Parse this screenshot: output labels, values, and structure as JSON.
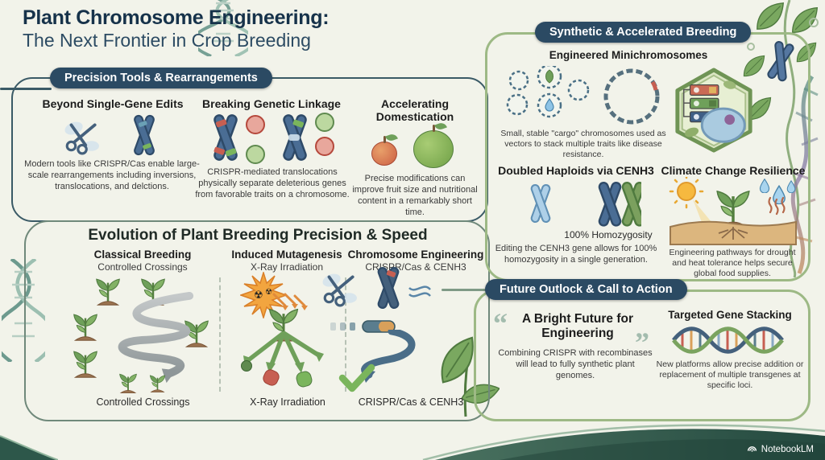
{
  "title": {
    "line1": "Plant Chromosome Engineering:",
    "line2": "The Next Frontier in Crop Breeding"
  },
  "precision": {
    "header": "Precision Tools & Rearrangements",
    "cards": [
      {
        "heading": "Beyond Single-Gene Edits",
        "body": "Modern tools like CRISPR/Cas enable large-scale rearrangements including inversions, translocations, and delctions."
      },
      {
        "heading": "Breaking Genetic Linkage",
        "body": "CRISPR-mediated translocations physically separate deleterious genes from favorable traits on a chromosome."
      },
      {
        "heading": "Accelerating Domestication",
        "body": "Precise modifications can improve fruit size and nutritional content in a remarkably short time."
      }
    ]
  },
  "evolution": {
    "title": "Evolution of Plant Breeding Precision & Speed",
    "columns": [
      {
        "heading": "Classical Breeding",
        "subheading": "Controlled Crossings",
        "caption": "Controlled Crossings"
      },
      {
        "heading": "Induced Mutagenesis",
        "subheading": "X-Ray Irradiation",
        "caption": "X-Ray Irradiation"
      },
      {
        "heading": "Chromosome Engineering",
        "subheading": "CRISPR/Cas & CENH3",
        "caption": "CRISPR/Cas & CENH3"
      }
    ]
  },
  "synthetic": {
    "header": "Synthetic & Accelerated Breeding",
    "minichromosomes": {
      "heading": "Engineered Minichromosomes",
      "body": "Small, stable \"cargo\" chromosomes used as vectors to stack multiple traits like disease resistance."
    },
    "haploids": {
      "heading": "Doubled Haploids via CENH3",
      "label": "100% Homozygosity",
      "body": "Editing the CENH3 gene allows for 100% homozygosity in a single generation."
    },
    "climate": {
      "heading": "Climate Change Resilience",
      "body": "Engineering pathways for drought and heat tolerance helps secure global food supplies."
    }
  },
  "future": {
    "header": "Future Outlock & Call to Action",
    "quote": {
      "heading": "A Bright Future for Engineering",
      "body": "Combining CRISPR with recombinases will lead to fully synthetic plant genomes."
    },
    "stacking": {
      "heading": "Targeted Gene Stacking",
      "body": "New platforms allow precise addition or replacement of multiple transgenes at specific loci."
    }
  },
  "footer": {
    "brand": "NotebookLM"
  },
  "colors": {
    "pill_navy": "#2b4a63",
    "border_slate": "#3a5a66",
    "border_green": "#9db985",
    "accent_green": "#6fa05a",
    "chromosome_blue": "#4a6d94",
    "wedge_teal": "#2d574a"
  }
}
